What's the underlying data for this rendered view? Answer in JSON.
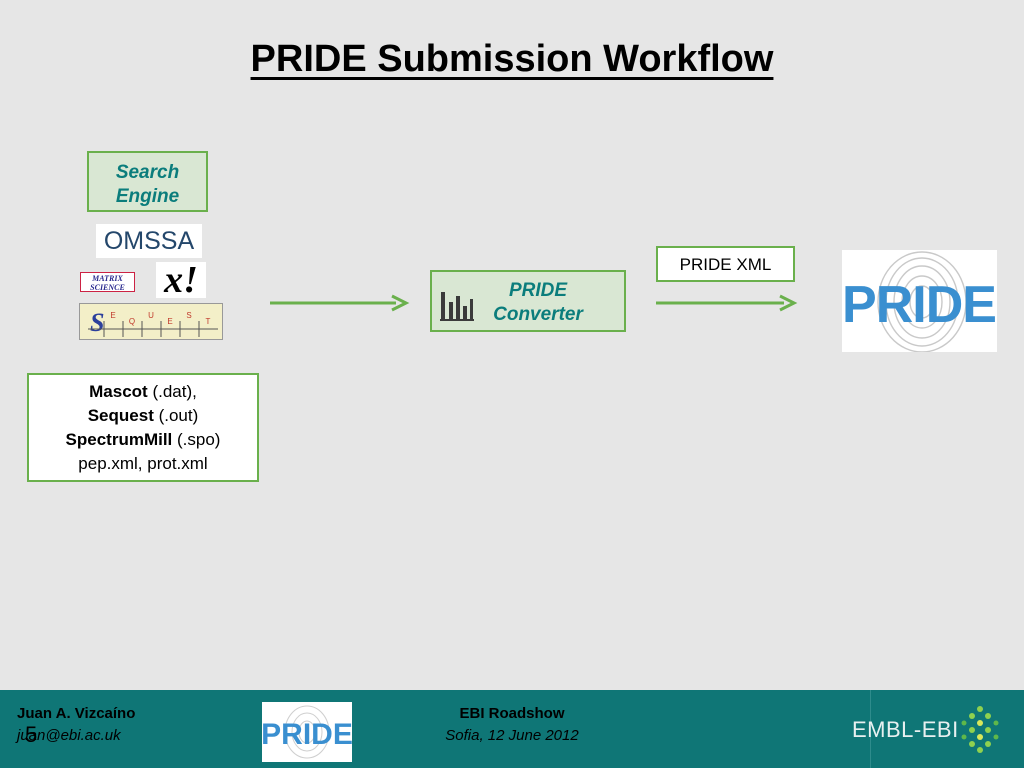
{
  "slide": {
    "title": "PRIDE Submission Workflow",
    "search_engine": {
      "line1": "Search",
      "line2": "Engine"
    },
    "logos": {
      "omssa": "OMSSA",
      "matrix_line1": "MATRIX",
      "matrix_line2": "SCIENCE",
      "xtandem": "x!",
      "sequest_letters": [
        "E",
        "Q",
        "U",
        "E",
        "S",
        "T"
      ],
      "pride": "PRIDE"
    },
    "converter": {
      "line1": "PRIDE",
      "line2": "Converter"
    },
    "output": "PRIDE XML",
    "formats": [
      {
        "bold": "Mascot",
        "rest": " (.dat),"
      },
      {
        "bold": "Sequest",
        "rest": " (.out)"
      },
      {
        "bold": "SpectrumMill",
        "rest": " (.spo)"
      },
      {
        "bold": "",
        "rest": "pep.xml, prot.xml"
      }
    ]
  },
  "footer": {
    "author": "Juan A. Vizcaíno",
    "email": "juan@ebi.ac.uk",
    "page_number": "5",
    "event": "EBI Roadshow",
    "date": "Sofia, 12 June 2012",
    "org": "EMBL-EBI",
    "pride_logo_text": "PRIDE"
  },
  "colors": {
    "background": "#e6e6e6",
    "box_border": "#6ab04c",
    "box_fill": "#d9e7d3",
    "label_teal": "#0b7d7c",
    "arrow": "#6ab04c",
    "footer": "#0f7676",
    "pride_blue": "#3a8fd0"
  }
}
